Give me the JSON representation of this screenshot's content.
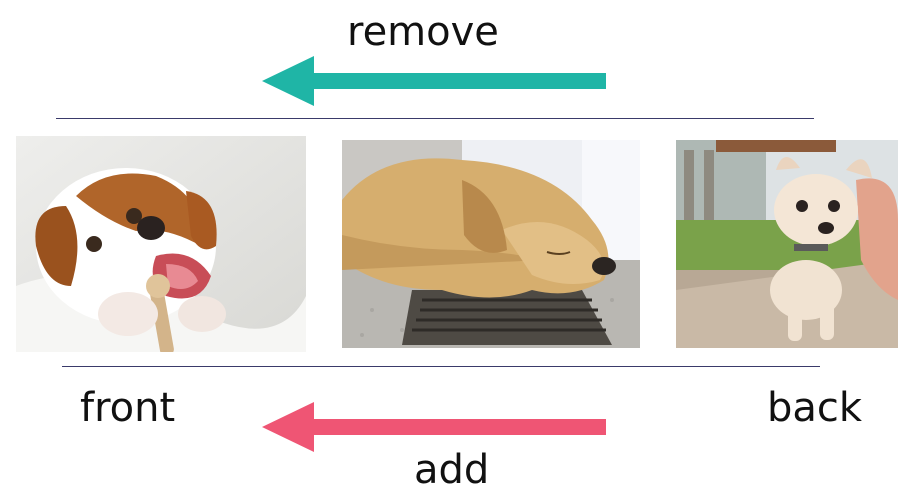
{
  "labels": {
    "remove": "remove",
    "add": "add",
    "front": "front",
    "back": "back"
  },
  "colors": {
    "remove_arrow": "#1fb5a6",
    "add_arrow": "#ef5574",
    "rule": "#3a3a6a"
  },
  "queue": [
    {
      "position": "front",
      "image": "beagle-puppy-chewing-bone"
    },
    {
      "position": "middle",
      "image": "golden-puppy-sleeping-on-vent"
    },
    {
      "position": "back",
      "image": "chihuahua-puppy-held-outdoors"
    }
  ]
}
